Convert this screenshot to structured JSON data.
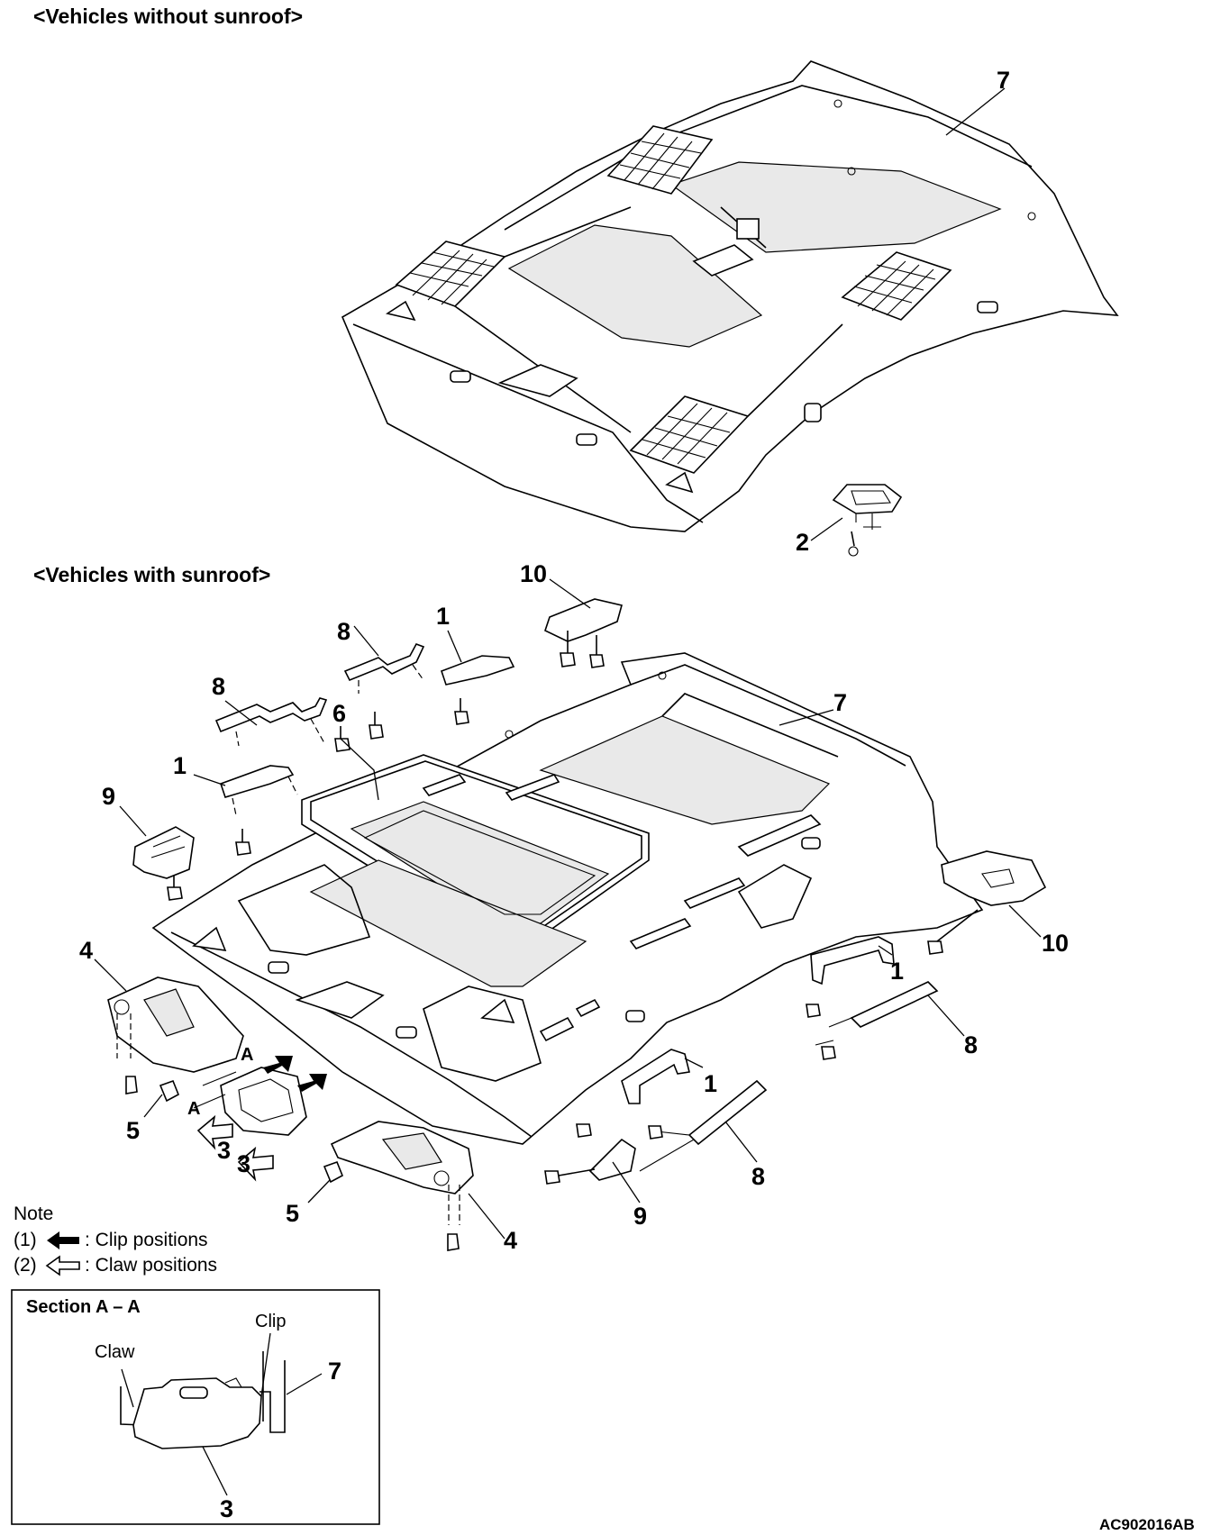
{
  "headings": {
    "without_sunroof": "<Vehicles without sunroof>",
    "with_sunroof": "<Vehicles with sunroof>"
  },
  "callouts": {
    "top_7": "7",
    "top_2": "2",
    "c10_top": "10",
    "c1_top": "1",
    "c8_top": "8",
    "c6": "6",
    "c7": "7",
    "c8_left": "8",
    "c1_left": "1",
    "c9_left": "9",
    "c4_left": "4",
    "c5_left": "5",
    "c3_a": "3",
    "c3_b": "3",
    "sectA_1": "A",
    "sectA_2": "A",
    "c10_right": "10",
    "c1_right": "1",
    "c8_right": "8",
    "c1_lower": "1",
    "c8_lower": "8",
    "c9_lower": "9",
    "c4_lower": "4",
    "c5_lower": "5"
  },
  "note": {
    "title": "Note",
    "item1_prefix": "(1)",
    "item1_text": ": Clip positions",
    "item2_prefix": "(2)",
    "item2_text": ": Claw positions"
  },
  "section": {
    "title": "Section A – A",
    "claw": "Claw",
    "clip": "Clip",
    "part7": "7",
    "part3": "3"
  },
  "figure_code": "AC902016AB"
}
